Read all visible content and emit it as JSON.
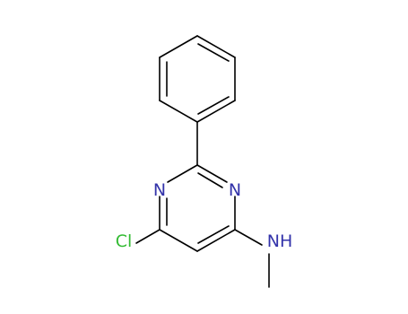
{
  "molecule": {
    "atoms": {
      "n_left": "N",
      "n_right": "N",
      "cl": "Cl",
      "nh": "NH"
    },
    "colors": {
      "bond": "#000000",
      "nitrogen": "#3333aa",
      "chlorine": "#33bb33"
    }
  }
}
